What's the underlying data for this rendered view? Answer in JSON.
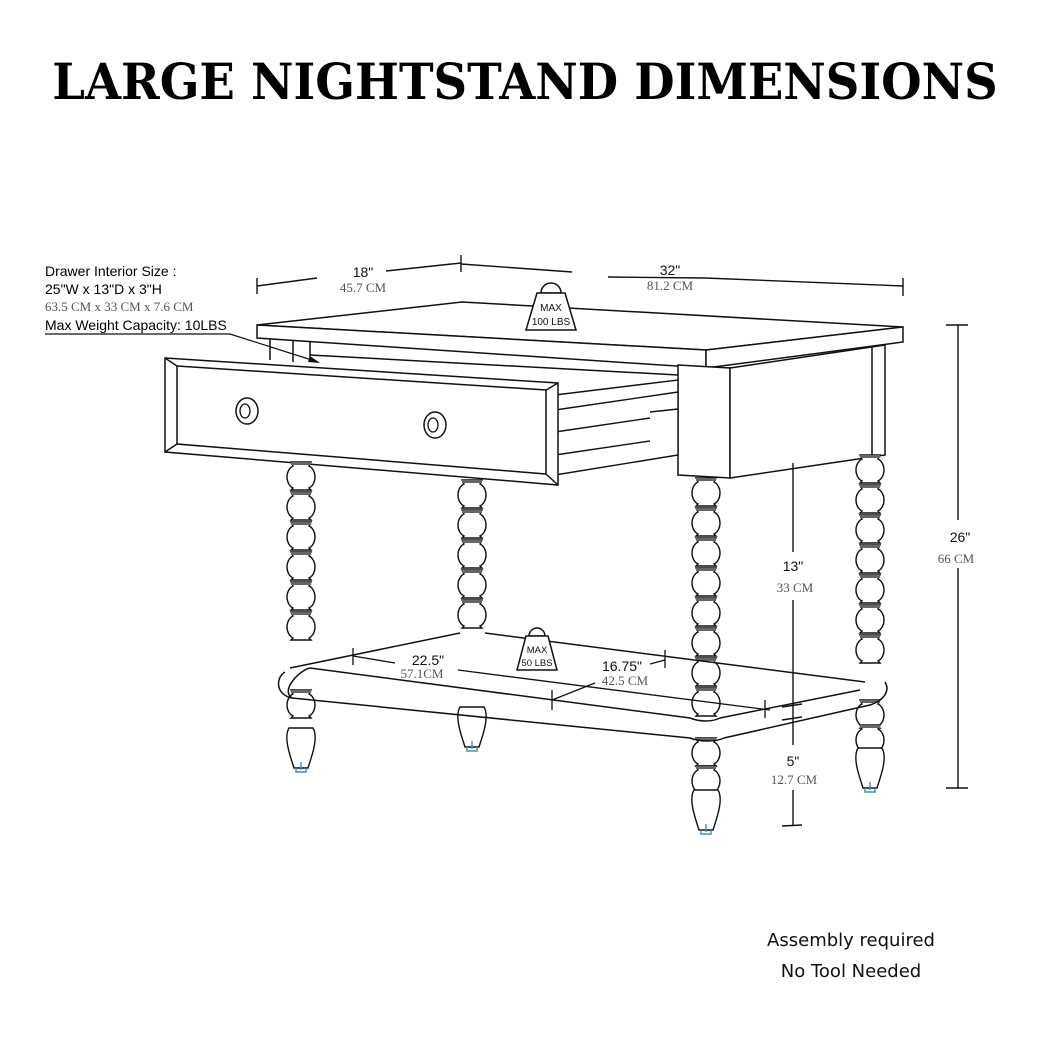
{
  "title": "LARGE NIGHTSTAND DIMENSIONS",
  "drawer_note": {
    "line1": "Drawer Interior Size :",
    "line2": "25\"W x 13\"D x 3\"H",
    "line3": "63.5 CM x 33 CM x 7.6 CM",
    "line4": "Max Weight Capacity: 10LBS"
  },
  "dimensions": {
    "depth": {
      "in": "18\"",
      "cm": "45.7 CM"
    },
    "width": {
      "in": "32\"",
      "cm": "81.2 CM"
    },
    "height": {
      "in": "26\"",
      "cm": "66 CM"
    },
    "shelf_clearance": {
      "in": "13\"",
      "cm": "33 CM"
    },
    "shelf_height": {
      "in": "5\"",
      "cm": "12.7 CM"
    },
    "shelf_width": {
      "in": "22.5\"",
      "cm": "57.1CM"
    },
    "shelf_depth": {
      "in": "16.75\"",
      "cm": "42.5 CM"
    }
  },
  "weights": {
    "top": {
      "line1": "MAX",
      "line2": "100 LBS"
    },
    "shelf": {
      "line1": "MAX",
      "line2": "50 LBS"
    }
  },
  "footer": {
    "line1": "Assembly required",
    "line2": "No Tool Needed"
  },
  "colors": {
    "line": "#111111",
    "cm_text": "#555555",
    "glide": "#3a8fb0"
  }
}
